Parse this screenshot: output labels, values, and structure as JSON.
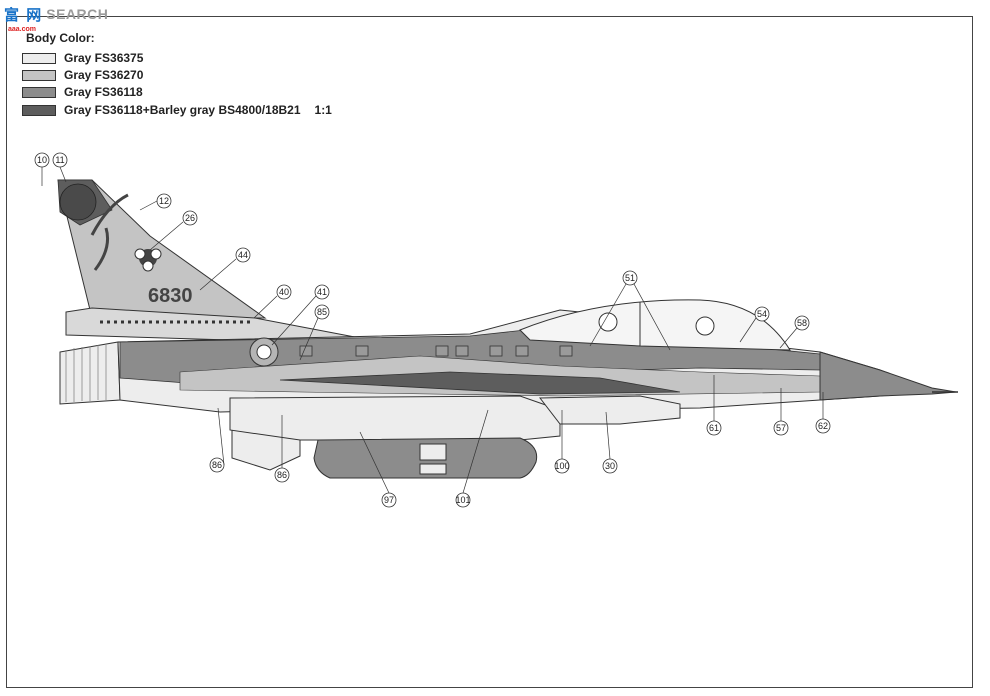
{
  "watermark": {
    "cn_text": "富 网",
    "en_text": "SEARCH",
    "sub_text": "aaa.com"
  },
  "legend": {
    "title": "Body  Color:",
    "items": [
      {
        "label": "Gray FS36375",
        "color": "#ededed"
      },
      {
        "label": "Gray FS36270",
        "color": "#c4c4c4"
      },
      {
        "label": "Gray FS36118",
        "color": "#8c8c8c"
      },
      {
        "label": "Gray FS36118+Barley gray BS4800/18B21",
        "color": "#5d5d5d",
        "ratio": "1:1"
      }
    ]
  },
  "aircraft": {
    "serial": "6830"
  },
  "callouts": [
    "10",
    "11",
    "12",
    "26",
    "44",
    "40",
    "41",
    "85",
    "51",
    "54",
    "58",
    "61",
    "57",
    "62",
    "30",
    "100",
    "101",
    "97",
    "86",
    "86"
  ]
}
